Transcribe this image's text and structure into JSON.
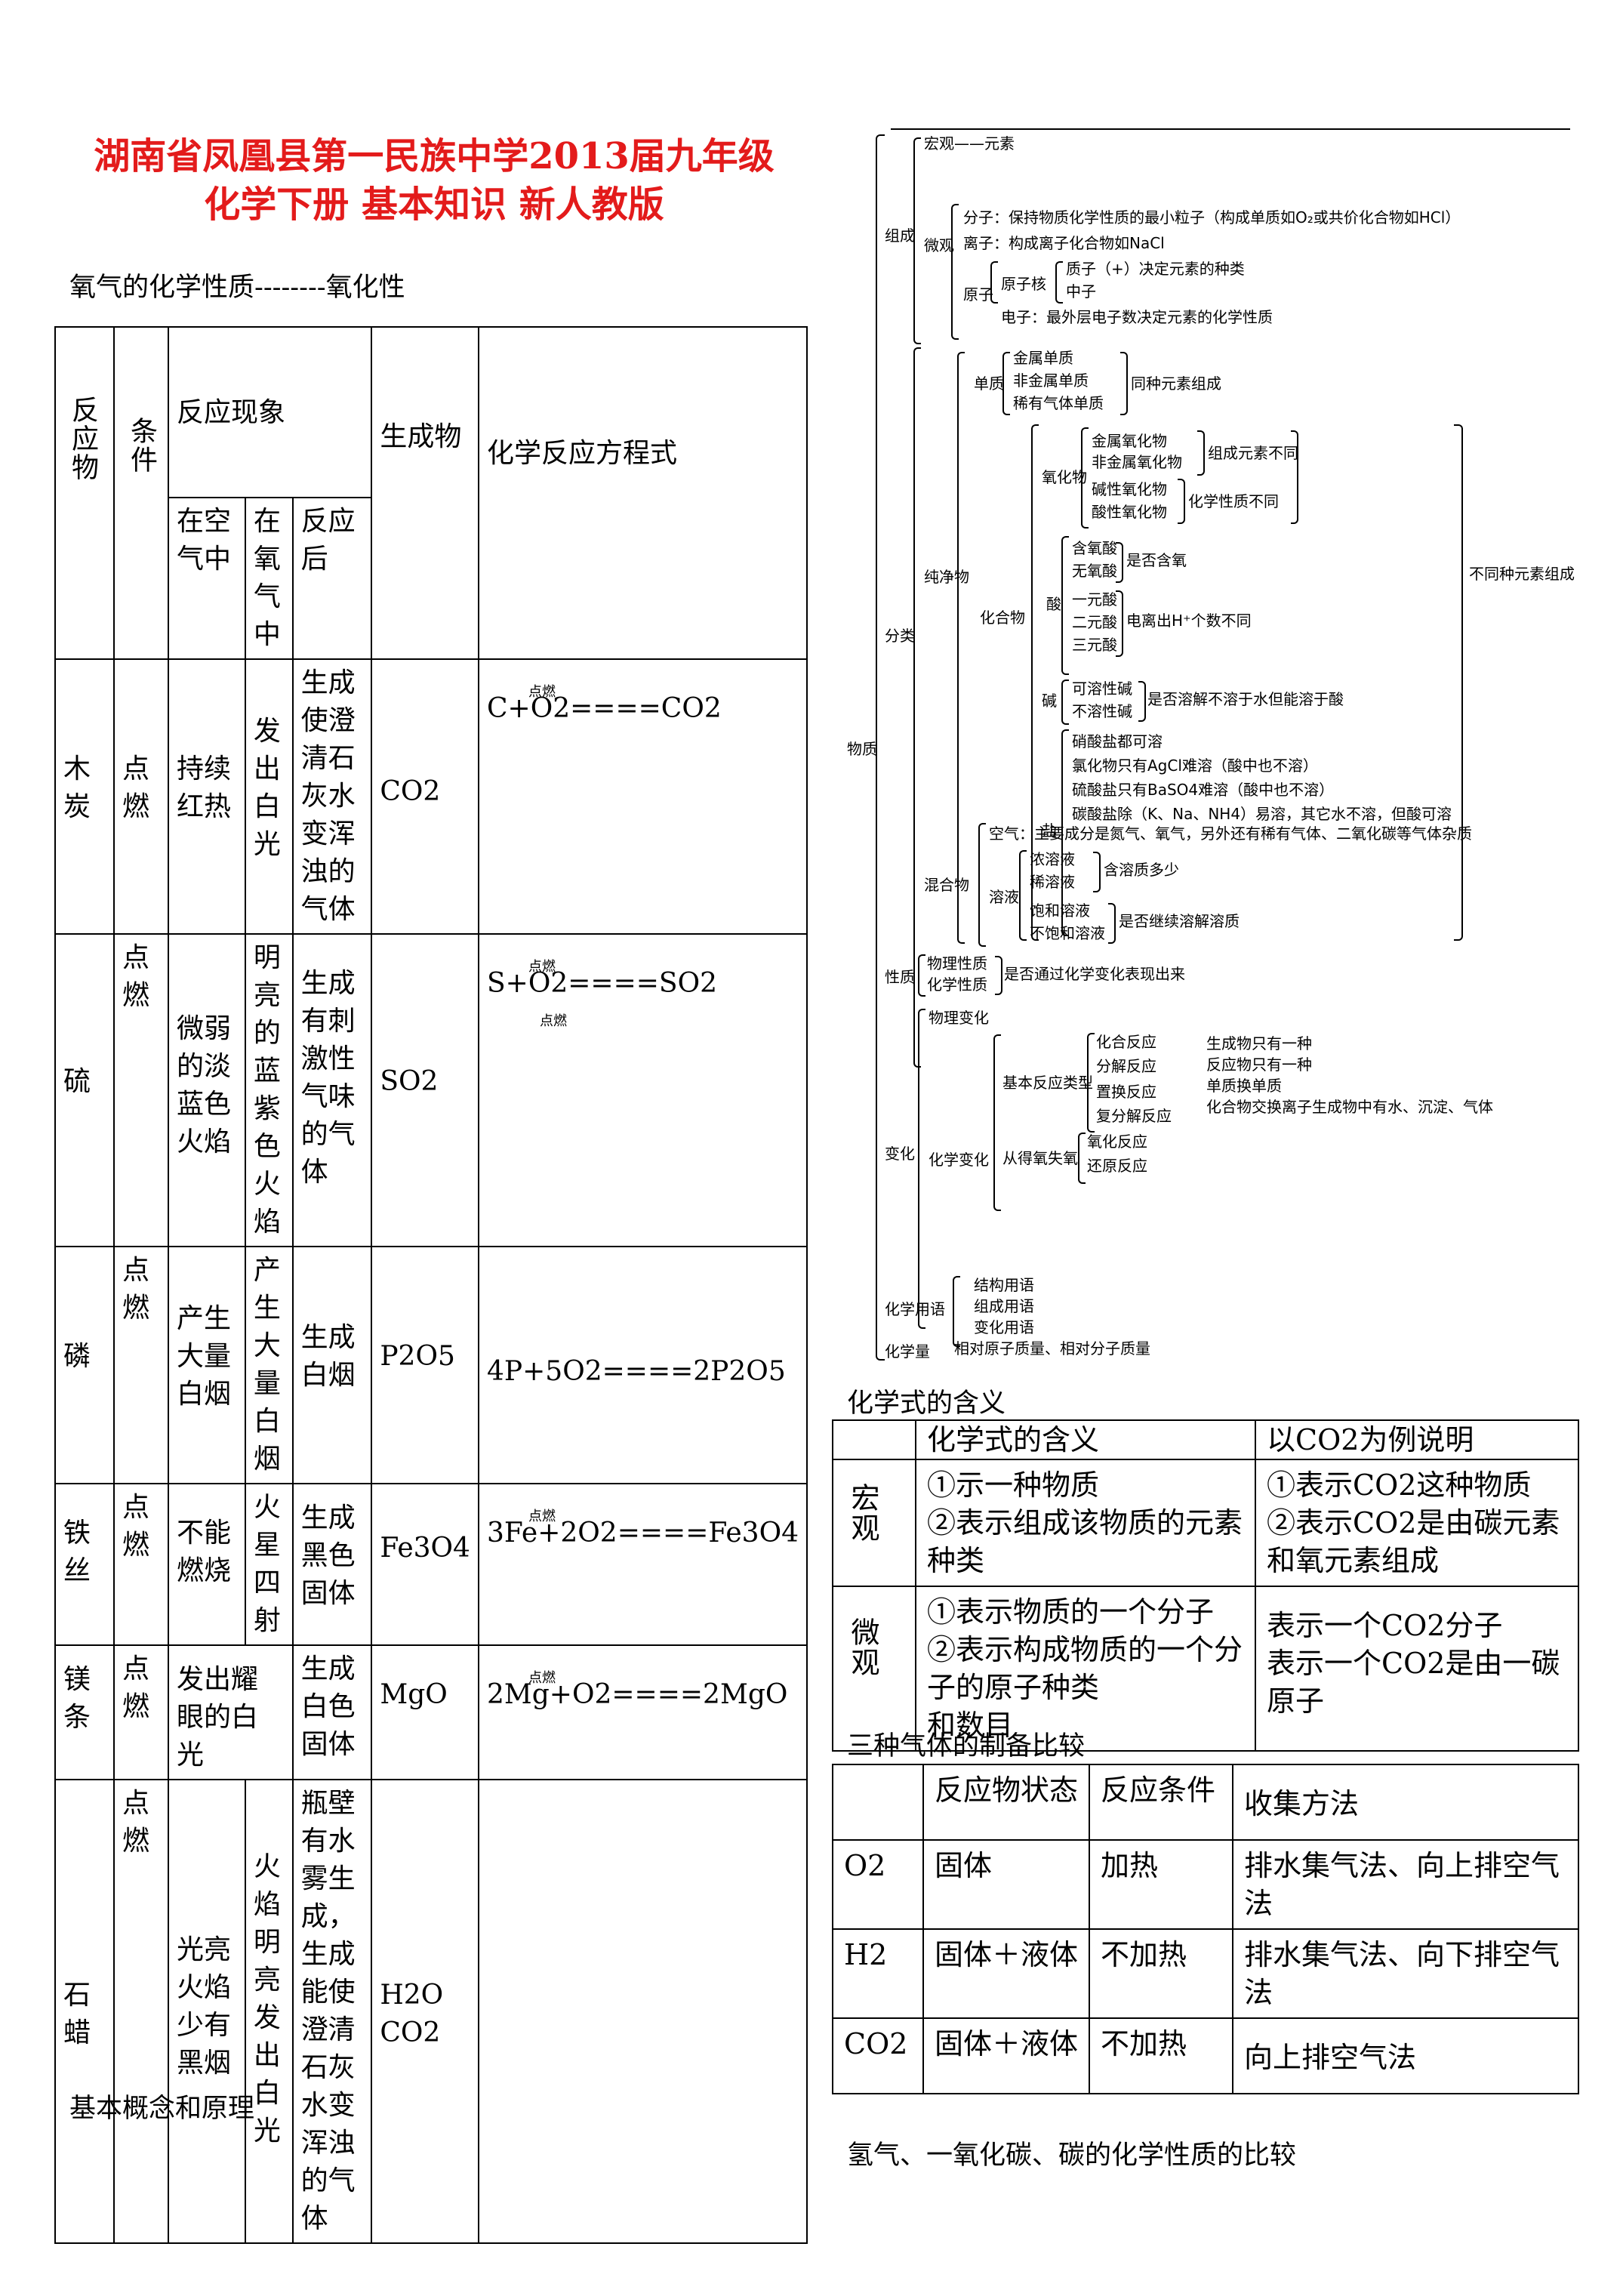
{
  "title": {
    "line1": "湖南省凤凰县第一民族中学2013届九年级",
    "line2": "化学下册  基本知识  新人教版"
  },
  "section_oxygen": "氧气的化学性质--------氧化性",
  "oxy_table": {
    "headers": {
      "reactant": "反应物",
      "condition": "条件",
      "phenomenon": "反应现象",
      "in_air": "在空气中",
      "in_oxygen": "在氧气中",
      "after": "反应后",
      "product": "生成物",
      "equation": "化学反应方程式"
    },
    "rows": [
      {
        "reactant": "木炭",
        "condition": "点燃",
        "in_air": "持续红热",
        "in_oxygen": "发出白光",
        "after": "生成使澄清石灰水变浑浊的气体",
        "product": "CO2",
        "cond_mark": "点燃",
        "equation": "C+O2====CO2",
        "cond_mark2": ""
      },
      {
        "reactant": "硫",
        "condition": "点燃",
        "in_air": "微弱的淡蓝色火焰",
        "in_oxygen": "明亮的蓝紫色火焰",
        "after": "生成有刺激性气味的气体",
        "product": "SO2",
        "cond_mark": "点燃",
        "equation": "S+O2====SO2",
        "cond_mark2": "点燃"
      },
      {
        "reactant": "磷",
        "condition": "点燃",
        "in_air": "产生大量白烟",
        "in_oxygen": "产生大量白烟",
        "after": "生成白烟",
        "product": "P2O5",
        "cond_mark": "",
        "equation": "4P+5O2====2P2O5",
        "cond_mark2": ""
      },
      {
        "reactant": "铁丝",
        "condition": "点燃",
        "in_air": "不能燃烧",
        "in_oxygen": "火星四射",
        "after": "生成黑色固体",
        "product": "Fe3O4",
        "cond_mark": "点燃",
        "equation": "3Fe+2O2====Fe3O4",
        "cond_mark2": ""
      },
      {
        "reactant": "镁条",
        "condition": "点燃",
        "in_air": "发出耀眼的白光",
        "in_oxygen": "",
        "after": "生成白色固体",
        "product": "MgO",
        "cond_mark": "点燃",
        "equation": "2Mg+O2====2MgO",
        "cond_mark2": ""
      },
      {
        "reactant": "石蜡",
        "condition": "点燃",
        "in_air": "光亮火焰少有黑烟",
        "in_oxygen": "火焰明亮发出白光",
        "after": "瓶壁有水雾生成，生成能使澄清石灰水变浑浊的气体",
        "product": "H2O CO2",
        "cond_mark": "",
        "equation": "",
        "cond_mark2": ""
      }
    ]
  },
  "section_basic": "基本概念和原理",
  "tree": {
    "wuzhi": "物质",
    "zucheng": "组成",
    "hongguan": "宏观——元素",
    "weiguan": "微观",
    "fenzi": "分子：保持物质化学性质的最小粒子（构成单质如O₂或共价化合物如HCl）",
    "lizi": "离子：构成离子化合物如NaCl",
    "yuanzi": "原子",
    "yuanzihe": "原子核",
    "zhizi": "质子（+）决定元素的种类",
    "zhongzi": "中子",
    "dianzi": "电子：最外层电子数决定元素的化学性质",
    "fenlei": "分类",
    "chunjingwu": "纯净物",
    "danzhi": "单质",
    "jinshu_dz": "金属单质",
    "feijinshu_dz": "非金属单质",
    "xiyou_dz": "稀有气体单质",
    "tongzhong": "同种元素组成",
    "huahewu": "化合物",
    "yanghuawu": "氧化物",
    "jinshu_yhw": "金属氧化物",
    "feijinshu_yhw": "非金属氧化物",
    "zucheng_bt": "组成元素不同",
    "jianxing_yhw": "碱性氧化物",
    "suanxing_yhw": "酸性氧化物",
    "huaxue_bt": "化学性质不同",
    "suan": "酸",
    "hanyang": "含氧酸",
    "wuyang": "无氧酸",
    "shifou_hy": "是否含氧",
    "yiyuan": "一元酸",
    "eryuan": "二元酸",
    "sanyuan": "三元酸",
    "dianli": "电离出H⁺个数不同",
    "jian": "碱",
    "kerong": "可溶性碱",
    "burong": "不溶性碱",
    "shifou_rs": "是否溶解不溶于水但能溶于酸",
    "yan": "盐",
    "xiaosuan": "硝酸盐都可溶",
    "lvhua": "氯化物只有AgCl难溶（酸中也不溶）",
    "liusuan": "硫酸盐只有BaSO4难溶（酸中也不溶）",
    "tansuan": "碳酸盐除（K、Na、NH4）易溶，其它水不溶，但酸可溶",
    "butong_yuansu": "不同种元素组成",
    "hunhewu": "混合物",
    "kongqi": "空气：主要成分是氮气、氧气，另外还有稀有气体、二氧化碳等气体杂质",
    "rongye": "溶液",
    "nong": "浓溶液",
    "xi": "稀溶液",
    "hanrongzhi": "含溶质多少",
    "baohe": "饱和溶液",
    "bubaohe": "不饱和溶液",
    "jixu": "是否继续溶解溶质",
    "xingzhi": "性质",
    "wuli_xz": "物理性质",
    "huaxue_xz": "化学性质",
    "shifou_bh": "是否通过化学变化表现出来",
    "bianhua": "变化",
    "wuli_bh": "物理变化",
    "huaxue_bh": "化学变化",
    "jiben": "基本反应类型",
    "huahe": "化合反应",
    "fenjie": "分解反应",
    "zhihuan": "置换反应",
    "fufenjie": "复分解反应",
    "d1": "生成物只有一种",
    "d2": "反应物只有一种",
    "d3": "单质换单质",
    "d4": "化合物交换离子生成物中有水、沉淀、气体",
    "deyang": "从得氧失氧",
    "yanghua": "氧化反应",
    "huanyuan": "还原反应",
    "yongyu": "化学用语",
    "jiegou": "结构用语",
    "zucheng_yy": "组成用语",
    "bianhua_yy": "变化用语",
    "huaxueliang": "化学量",
    "xiangdui": "相对原子质量、相对分子质量"
  },
  "section_formula": "化学式的含义",
  "formula_table": {
    "h1": "化学式的含义",
    "h2": "以CO2为例说明",
    "r1_label": "宏观",
    "r1_c1": "①示一种物质\n②表示组成该物质的元素种类",
    "r1_c2": "①表示CO2这种物质\n②表示CO2是由碳元素和氧元素组成",
    "r2_label": "微观",
    "r2_c1": "①表示物质的一个分子\n②表示构成物质的一个分子的原子种类\n和数目",
    "r2_c2": "表示一个CO2分子\n表示一个CO2是由一碳原子"
  },
  "section_gases": "三种气体的制备比较",
  "gas_table": {
    "h1": "反应物状态",
    "h2": "反应条件",
    "h3": "收集方法",
    "rows": [
      {
        "gas": "O2",
        "state": "固体",
        "cond": "加热",
        "collect": "排水集气法、向上排空气法"
      },
      {
        "gas": "H2",
        "state": "固体＋液体",
        "cond": "不加热",
        "collect": "排水集气法、向下排空气法"
      },
      {
        "gas": "CO2",
        "state": "固体＋液体",
        "cond": "不加热",
        "collect": "向上排空气法"
      }
    ]
  },
  "section_compare": "氢气、一氧化碳、碳的化学性质的比较"
}
